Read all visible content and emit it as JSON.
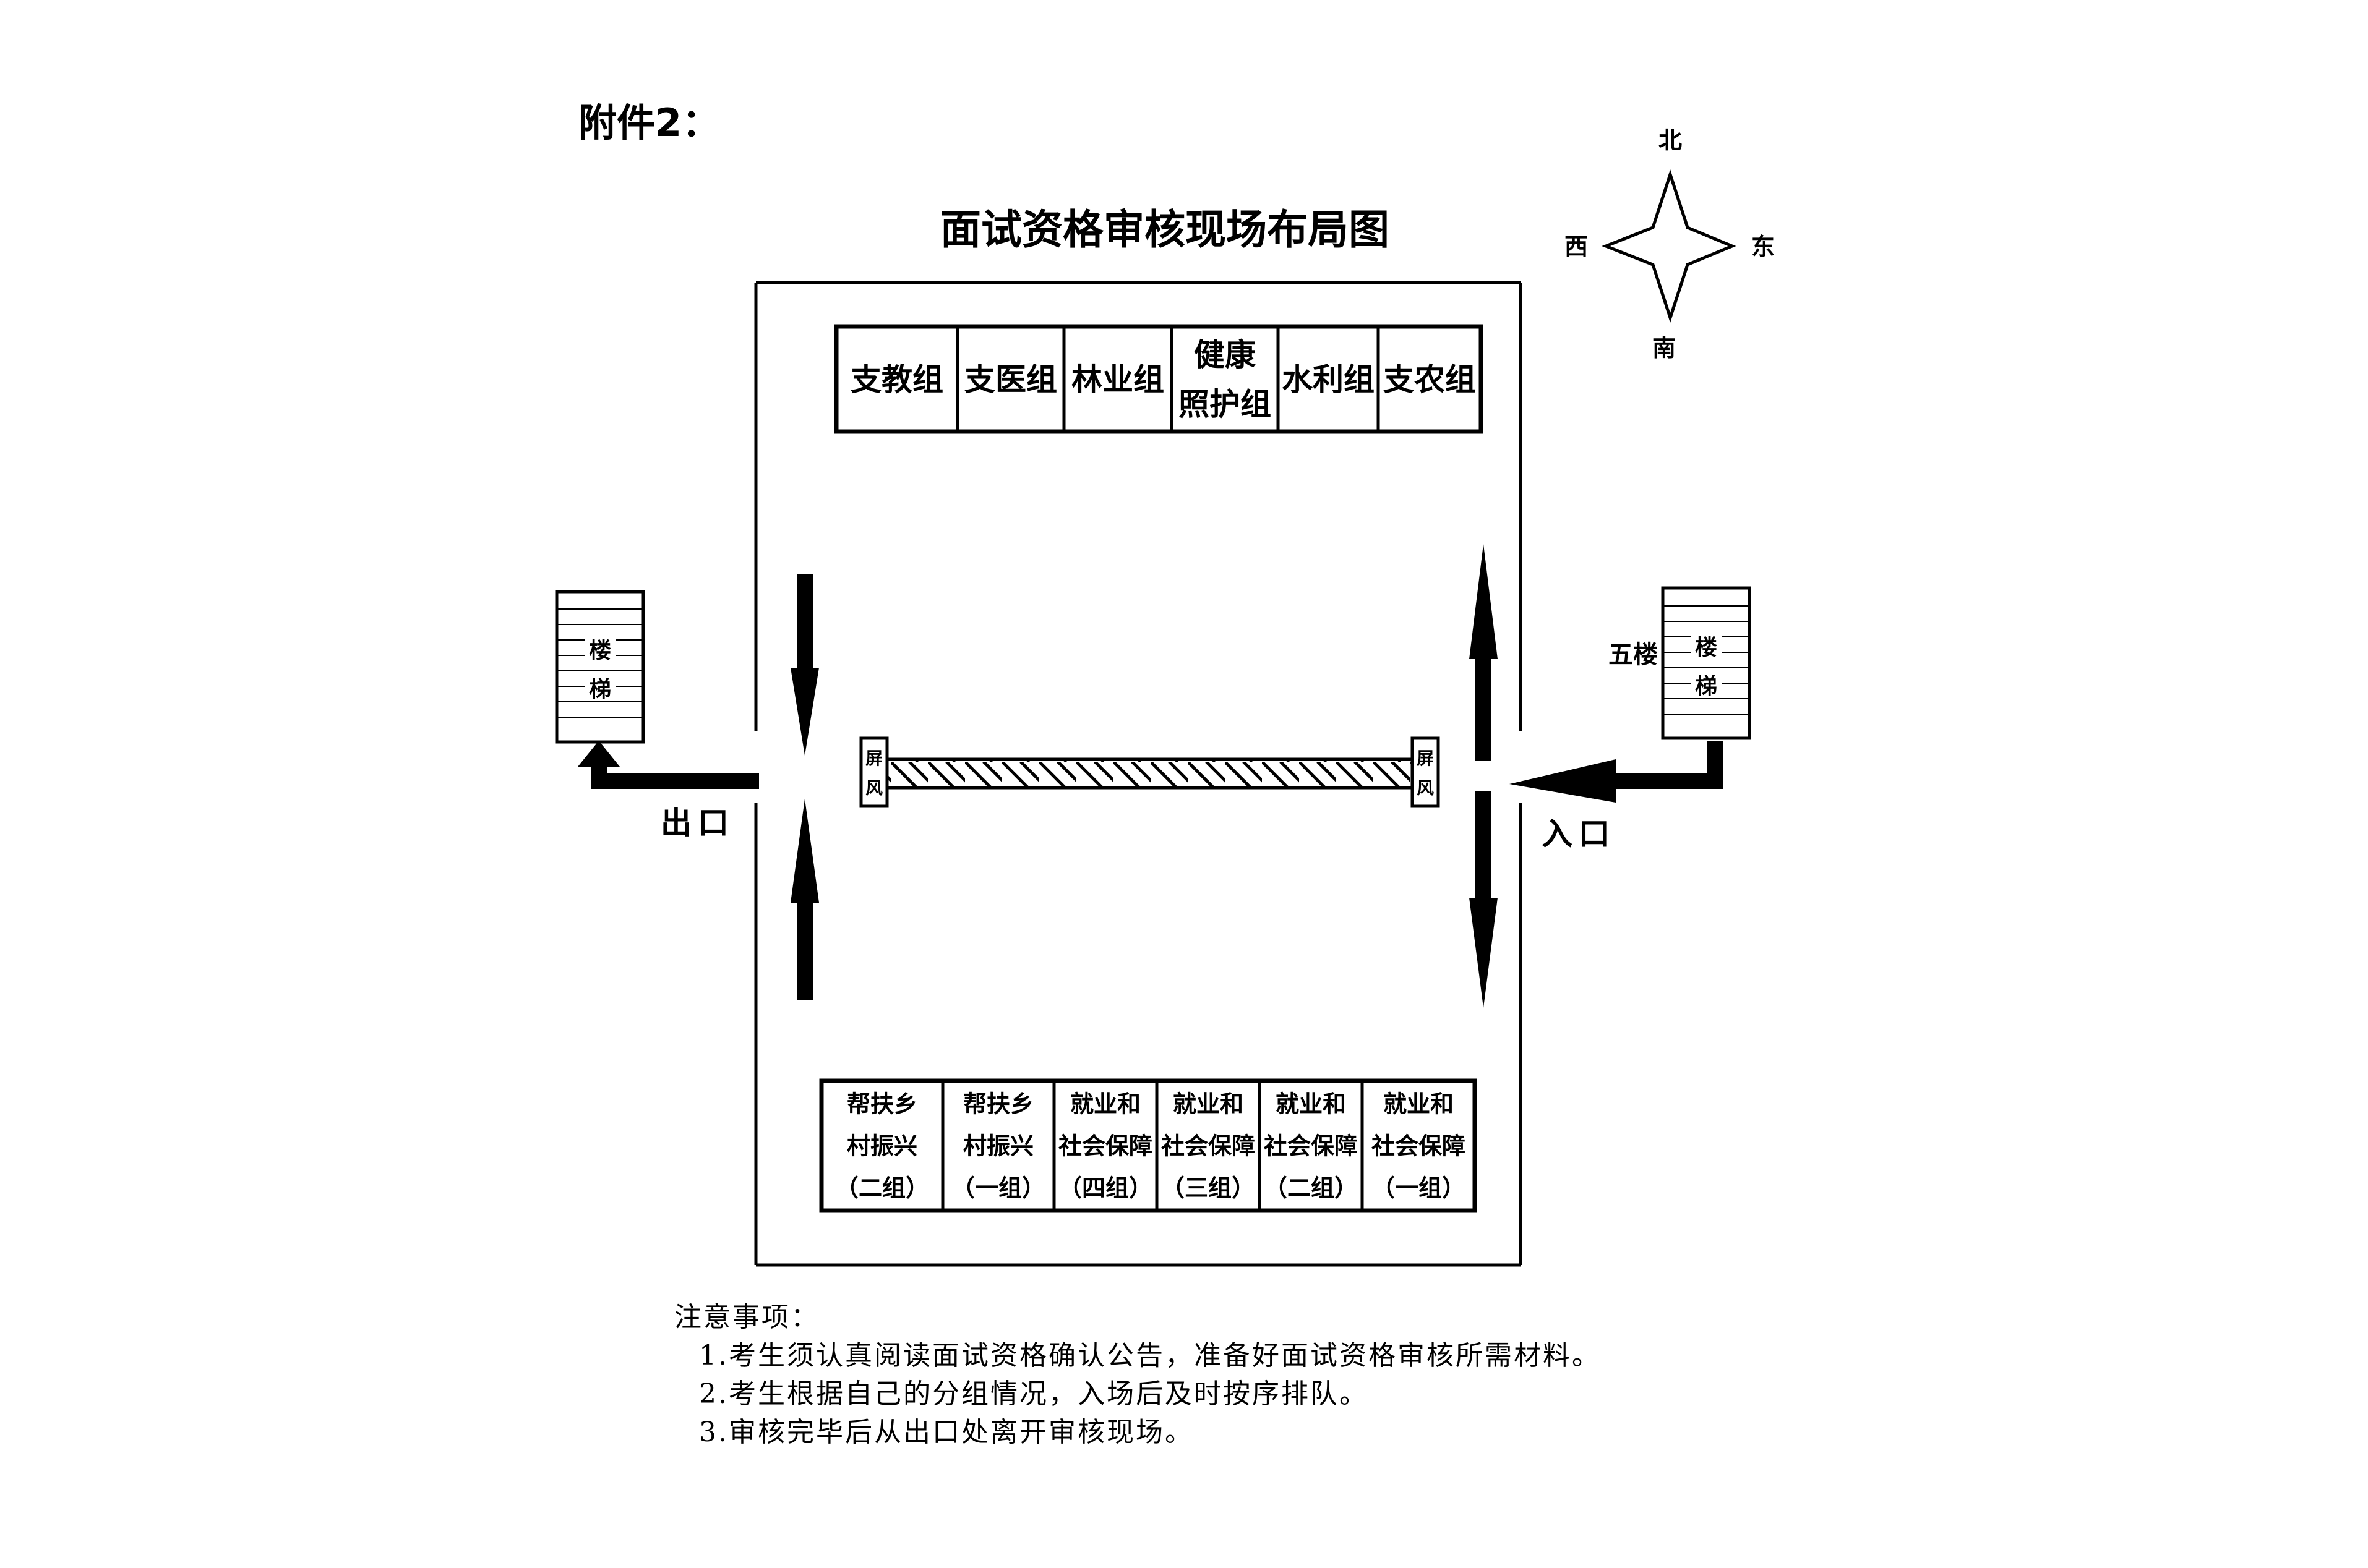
{
  "attachment_label": "附件2：",
  "title": "面试资格审核现场布局图",
  "compass": {
    "north": "北",
    "south": "南",
    "east": "东",
    "west": "西"
  },
  "top_groups": [
    {
      "lines": [
        "支教组"
      ]
    },
    {
      "lines": [
        "支医组"
      ]
    },
    {
      "lines": [
        "林业组"
      ]
    },
    {
      "lines": [
        "健康",
        "照护组"
      ]
    },
    {
      "lines": [
        "水利组"
      ]
    },
    {
      "lines": [
        "支农组"
      ]
    }
  ],
  "bottom_groups": [
    {
      "lines": [
        "帮扶乡",
        "村振兴",
        "（二组）"
      ]
    },
    {
      "lines": [
        "帮扶乡",
        "村振兴",
        "（一组）"
      ]
    },
    {
      "lines": [
        "就业和",
        "社会保障",
        "（四组）"
      ]
    },
    {
      "lines": [
        "就业和",
        "社会保障",
        "（三组）"
      ]
    },
    {
      "lines": [
        "就业和",
        "社会保障",
        "（二组）"
      ]
    },
    {
      "lines": [
        "就业和",
        "社会保障",
        "（一组）"
      ]
    }
  ],
  "stairs": {
    "line1": "楼",
    "line2": "梯"
  },
  "floor_label": "五楼",
  "screen_label": {
    "line1": "屏",
    "line2": "风"
  },
  "exit_label": "出口",
  "entrance_label": "入口",
  "notes": {
    "heading": "注意事项：",
    "items": [
      "1.考生须认真阅读面试资格确认公告，准备好面试资格审核所需材料。",
      "2.考生根据自己的分组情况，入场后及时按序排队。",
      "3.审核完毕后从出口处离开审核现场。"
    ]
  }
}
